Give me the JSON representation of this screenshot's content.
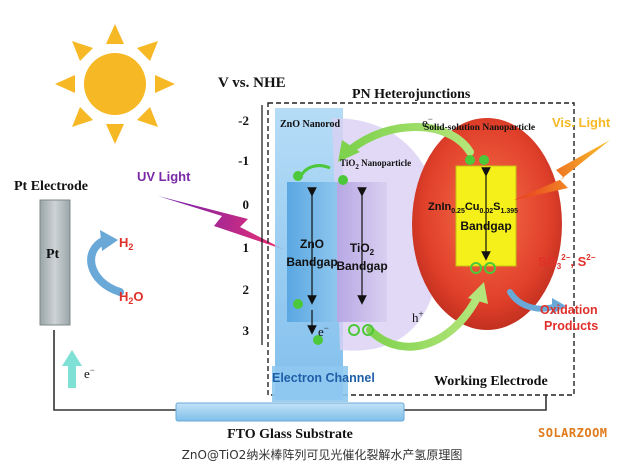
{
  "axis": {
    "title": "V vs. NHE",
    "ticks": [
      "-2",
      "-1",
      "0",
      "1",
      "2",
      "3"
    ]
  },
  "labels": {
    "pn_heterojunctions": "PN Heterojunctions",
    "zno_nanorod": "ZnO Nanorod",
    "tio2_nanoparticle_prefix": "TiO",
    "tio2_nanoparticle_sub": "2",
    "tio2_nanoparticle_suffix": " Nanoparticle",
    "solid_solution": "Solid-solution Nanoparticle",
    "vis_light": "Vis. Light",
    "uv_light": "UV Light",
    "pt_electrode": "Pt Electrode",
    "pt": "Pt",
    "h2_base": "H",
    "h2_sub": "2",
    "h2o_base": "H",
    "h2o_sub": "2",
    "h2o_tail": "O",
    "zno": "ZnO",
    "bandgap": "Bandgap",
    "tio2_base": "TiO",
    "tio2_sub": "2",
    "zis_a": "ZnIn",
    "zis_sub1": "0.25",
    "zis_b": "Cu",
    "zis_sub2": "0.02",
    "zis_c": "S",
    "zis_sub3": "1.395",
    "e_minus": "e",
    "e_sup": "−",
    "h_plus": "h",
    "h_sup": "+",
    "so3_base": "SO",
    "so3_sub": "3",
    "so3_sup": "2−",
    "s_base": ", S",
    "s_sup": "2−",
    "oxidation": "Oxidation",
    "products": "Products",
    "electron_channel": "Electron Channel",
    "working_electrode": "Working Electrode",
    "fto": "FTO Glass Substrate"
  },
  "caption": "ZnO@TiO2纳米棒阵列可见光催化裂解水产氢原理图",
  "watermark": "SOLARZOOM",
  "colors": {
    "sun": "#f7b825",
    "zno_channel": "#8ec6ee",
    "tio2_region": "#c8b8e8",
    "red_blob": "#e0402a",
    "yellow_band": "#f6f01a",
    "green_dot": "#4cc83a",
    "curve_arrow": "#8fd65a",
    "product_red": "#e0302a",
    "uv_purple": "#7a2aa8"
  }
}
